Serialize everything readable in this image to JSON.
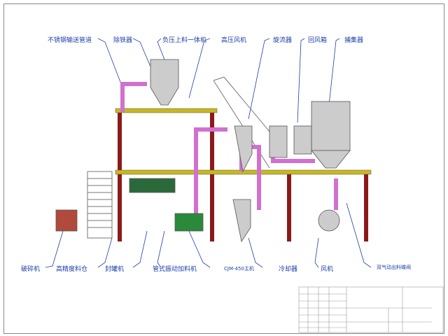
{
  "top_labels": [
    "不锈钢输送管道",
    "除铁器",
    "负压上料一体机",
    "高压风机",
    "旋流器",
    "回风箱",
    "捕集器"
  ],
  "bottom_labels": [
    "破碎机",
    "高精度料仓",
    "封罐机",
    "管式振动加料机",
    "CJM-450主机",
    "冷却器",
    "风机",
    "双气动出料蝶阀"
  ],
  "colors": {
    "label": "#1a3fa8",
    "frame": "#8b1a1a",
    "platform": "#c8b820",
    "pipe": "#d070d0"
  }
}
